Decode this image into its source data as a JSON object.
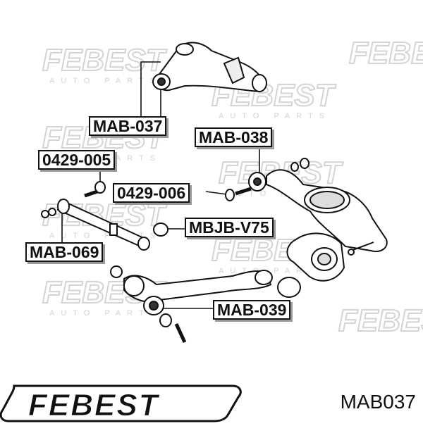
{
  "watermark": {
    "word": "FEBEST",
    "sub": "AUTO PARTS"
  },
  "labels": {
    "mab037": "MAB-037",
    "mab038": "MAB-038",
    "p0429_005": "0429-005",
    "p0429_006": "0429-006",
    "mbjb_v75": "MBJB-V75",
    "mab069": "MAB-069",
    "mab039": "MAB-039"
  },
  "footer": {
    "brand": "FEBEST",
    "part_number": "MAB037"
  },
  "colors": {
    "ink": "#111111",
    "watermark": "#d9d9d9",
    "shadow": "#9a9a9a"
  }
}
